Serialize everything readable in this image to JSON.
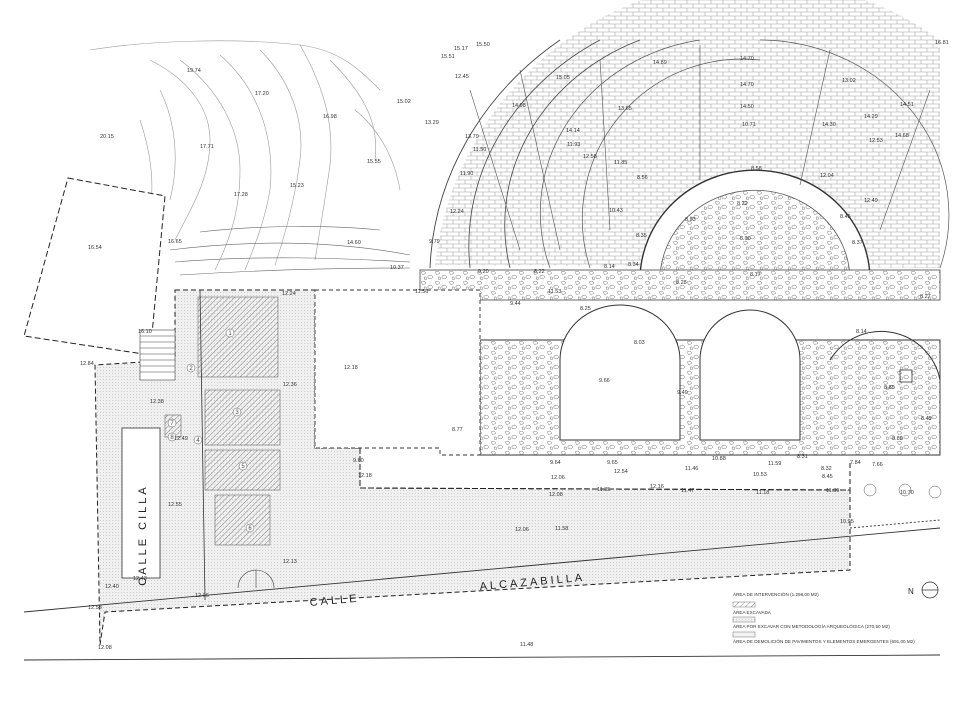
{
  "streets": {
    "alcazabilla_part1": "CALLE",
    "alcazabilla_part2": "ALCAZABILLA",
    "cilla": "CALLE CILLA"
  },
  "north_label": "N",
  "zone_numbers": [
    "1",
    "2",
    "3",
    "4",
    "5",
    "6",
    "7",
    "8"
  ],
  "legend": {
    "title": "ÁREA DE INTERVENCIÓN (1.298,00 M2)",
    "items": [
      {
        "label": "ÁREA EXCAVADA",
        "pattern": "hatch"
      },
      {
        "label": "ÁREA POR EXCAVAR CON METODOLOGÍA ARQUEOLÓGICA (270,50 M2)",
        "pattern": "dots"
      },
      {
        "label": "ÁREA DE DEMOLICIÓN DE PAVIMENTOS Y ELEMENTOS EMERGENTES (691,00 M2)",
        "pattern": "light"
      }
    ]
  },
  "spot_levels": [
    "15.17",
    "15.50",
    "15.51",
    "16.81",
    "19.74",
    "17.20",
    "20.15",
    "17.71",
    "16.98",
    "15.02",
    "12.45",
    "14.98",
    "15.05",
    "14.89",
    "14.70",
    "14.70",
    "13.02",
    "14.50",
    "13.65",
    "13.29",
    "14.14",
    "10.71",
    "14.30",
    "14.51",
    "14.29",
    "14.68",
    "12.53",
    "13.79",
    "17.28",
    "15.23",
    "11.93",
    "15.55",
    "11.90",
    "11.50",
    "11.85",
    "12.58",
    "8.58",
    "8.56",
    "12.04",
    "12.49",
    "10.43",
    "16.54",
    "16.65",
    "12.24",
    "14.60",
    "8.33",
    "8.22",
    "8.45",
    "8.00",
    "9.79",
    "8.35",
    "8.34",
    "8.37",
    "10.37",
    "9.20",
    "8.22",
    "8.14",
    "8.17",
    "8.28",
    "12.24",
    "11.56",
    "9.44",
    "11.53",
    "8.25",
    "8.27",
    "16.10",
    "12.18",
    "8.03",
    "8.14",
    "12.84",
    "12.36",
    "9.66",
    "9.49",
    "8.85",
    "12.38",
    "12.49",
    "8.77",
    "8.89",
    "8.49",
    "9.60",
    "12.18",
    "9.64",
    "9.65",
    "11.46",
    "10.88",
    "8.31",
    "8.32",
    "7.84",
    "7.66",
    "12.06",
    "12.54",
    "11.59",
    "10.53",
    "8.45",
    "12.08",
    "11.35",
    "12.16",
    "11.47",
    "11.18",
    "11.39",
    "10.70",
    "12.55",
    "12.06",
    "11.58",
    "10.95",
    "12.13",
    "12.43",
    "12.40",
    "12.06",
    "12.58",
    "12.08",
    "11.48"
  ]
}
